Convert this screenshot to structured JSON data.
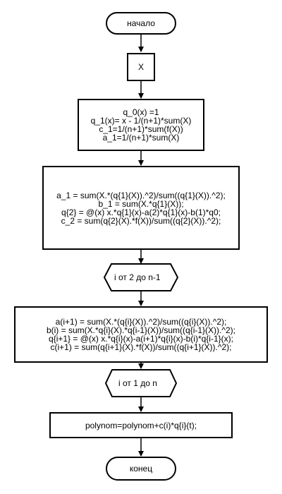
{
  "flowchart": {
    "start": "начало",
    "input": "X",
    "init_block": [
      "q_0(x) =1",
      "q_1(x)= x - 1/(n+1)*sum(X)",
      "c_1=1/(n+1)*sum(f(X))",
      "a_1=1/(n+1)*sum(X)"
    ],
    "second_block": [
      "a_1 = sum(X.*(q{1}(X)).^2)/sum((q{1}(X)).^2);",
      "b_1 = sum(X.*q{1}(X));",
      "q{2} = @(x) x.*q{1}(x)-a(2)*q{1}(x)-b(1)*q0;",
      "c_2 = sum(q{2}(X).*f(X))/sum((q{2}(X)).^2);"
    ],
    "loop1": "i от 2 до n-1",
    "loop1_block": [
      "a(i+1) = sum(X.*(q{i}(X)).^2)/sum((q{i}(X)).^2);",
      "b(i) = sum(X.*q{i}(X).*q{i-1}(X))/sum((q{i-1}(X)).^2);",
      "q{i+1} = @(x) x.*q{i}(x)-a(i+1)*q{i}(x)-b(i)*q{i-1}(x);",
      "c(i+1) = sum(q{i+1}(X).*f(X))/sum((q{i+1}(X)).^2);"
    ],
    "loop2": "i от 1 до n",
    "loop2_block": "polynom=polynom+c(i)*q{i}(t);",
    "end": "конец"
  },
  "colors": {
    "stroke": "#000000",
    "fill": "#ffffff"
  }
}
